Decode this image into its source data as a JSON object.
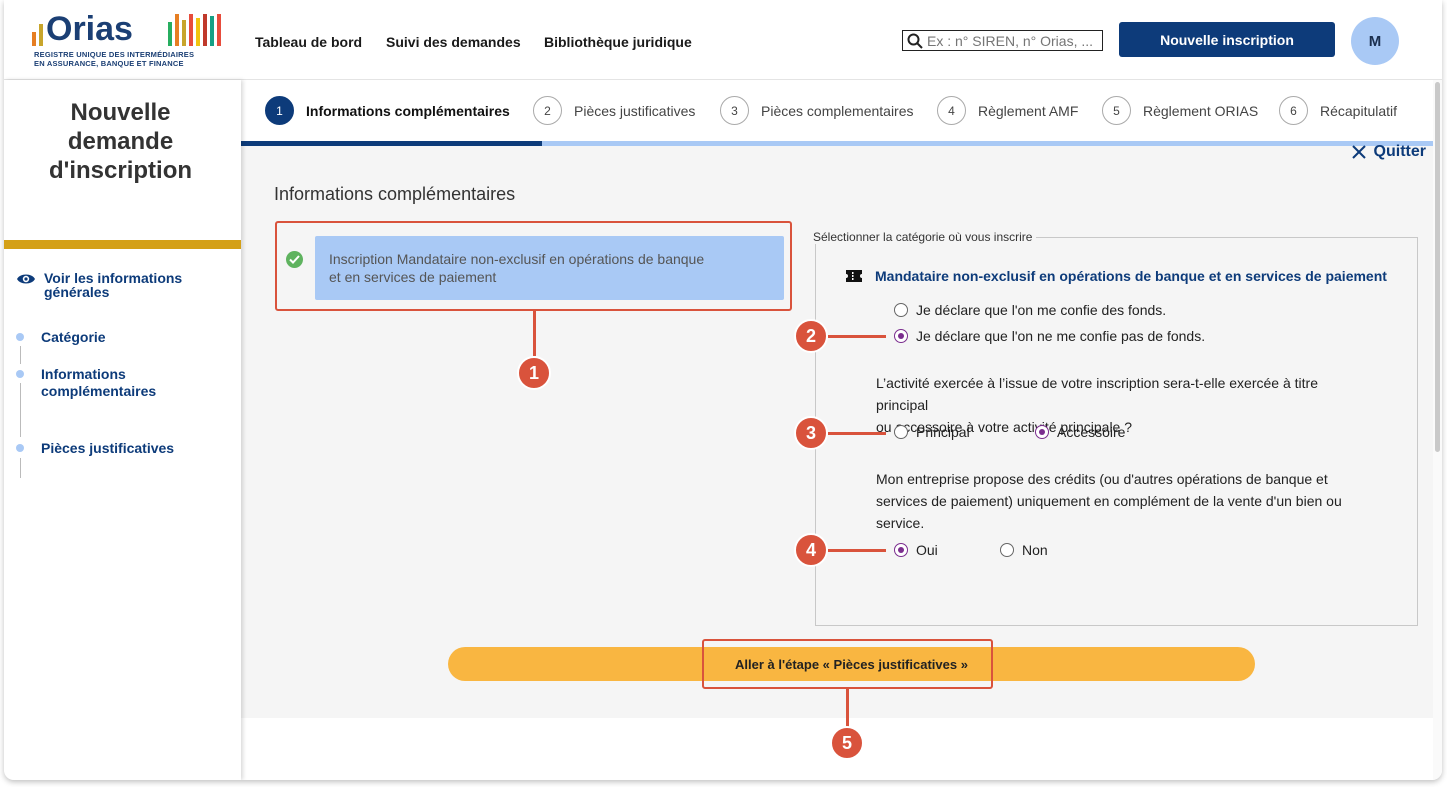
{
  "header": {
    "logo_word": "Orias",
    "logo_subtitle_1": "REGISTRE UNIQUE DES INTERMÉDIAIRES",
    "logo_subtitle_2": "EN ASSURANCE, BANQUE ET FINANCE",
    "nav": [
      "Tableau de bord",
      "Suivi des demandes",
      "Bibliothèque juridique"
    ],
    "search_placeholder": "Ex : n° SIREN, n° Orias, ...",
    "new_button": "Nouvelle inscription",
    "avatar_initial": "M",
    "logo_bar_colors": [
      "#c0392b",
      "#e67e22",
      "#f1c40f",
      "#27ae60",
      "#2980b9",
      "#8e44ad",
      "#e74c3c",
      "#16a085"
    ]
  },
  "sidebar": {
    "title_1": "Nouvelle",
    "title_2": "demande",
    "title_3": "d'inscription",
    "view_link_1": "Voir les informations",
    "view_link_2": "générales",
    "steps": [
      "Catégorie",
      "Informations",
      "complémentaires",
      "Pièces justificatives"
    ]
  },
  "stepper": {
    "steps": [
      {
        "num": "1",
        "label": "Informations complémentaires"
      },
      {
        "num": "2",
        "label": "Pièces justificatives"
      },
      {
        "num": "3",
        "label": "Pièces complementaires"
      },
      {
        "num": "4",
        "label": "Règlement AMF"
      },
      {
        "num": "5",
        "label": "Règlement ORIAS"
      },
      {
        "num": "6",
        "label": "Récapitulatif"
      }
    ],
    "active_step": 1,
    "quit_label": "Quitter"
  },
  "main": {
    "section_title": "Informations complémentaires",
    "category_card_1": "Inscription Mandataire non-exclusif en opérations de banque",
    "category_card_2": "et en services de paiement",
    "legend": "Sélectionner la catégorie où vous inscrire",
    "fieldset_heading": "Mandataire non-exclusif en opérations de banque et en services de paiement",
    "funds_option_1": "Je déclare que l'on me confie des fonds.",
    "funds_option_2": "Je déclare que l'on ne me confie pas de fonds.",
    "funds_selected": 2,
    "q_activity_1": "L’activité exercée à l’issue de votre inscription sera-t-elle exercée à titre principal",
    "q_activity_2": "ou accessoire à votre activité principale ?",
    "activity_option_1": "Principal",
    "activity_option_2": "Accessoire",
    "activity_selected": 2,
    "q_credit_1": "Mon entreprise propose des crédits (ou d'autres opérations de banque et",
    "q_credit_2": "services de paiement) uniquement en complément de la vente d'un bien ou",
    "q_credit_3": "service.",
    "credit_option_1": "Oui",
    "credit_option_2": "Non",
    "credit_selected": 1,
    "cta": "Aller à l'étape « Pièces justificatives »"
  },
  "annotations": [
    "1",
    "2",
    "3",
    "4",
    "5"
  ],
  "colors": {
    "brand_navy": "#0d3b7a",
    "light_blue": "#a9c9f5",
    "gold": "#d4a017",
    "cta_yellow": "#f9b641",
    "annotation_red": "#d9533c",
    "radio_purple": "#7b2d8e"
  }
}
